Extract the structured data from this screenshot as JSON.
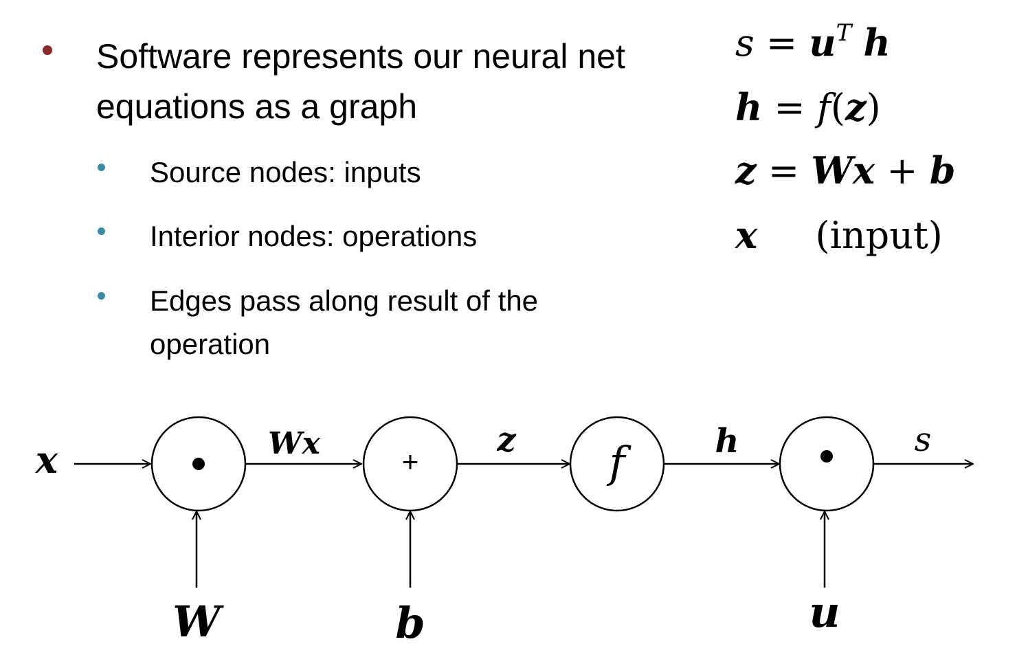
{
  "colors": {
    "main_bullet": "#8b2a2a",
    "sub_bullet": "#3b8aa6",
    "text": "#000000"
  },
  "bullets": {
    "main": "Software represents our neural net equations as a graph",
    "subs": [
      "Source nodes: inputs",
      "Interior nodes: operations",
      "Edges pass along result of the operation"
    ]
  },
  "equations": {
    "eq1": {
      "lhs": "s",
      "eq": "=",
      "u": "u",
      "sup": "T",
      "h": "h"
    },
    "eq2": {
      "lhs": "h",
      "eq": "=",
      "f": "f",
      "open": "(",
      "z": "z",
      "close": ")"
    },
    "eq3": {
      "lhs": "z",
      "eq": "=",
      "W": "W",
      "x": "x",
      "plus": "+",
      "b": "b"
    },
    "eq4": {
      "lhs": "x",
      "note": "(input)"
    }
  },
  "graph": {
    "input_x": "x",
    "nodes": [
      {
        "id": "dot1",
        "symbol": "•"
      },
      {
        "id": "plus",
        "symbol": "+"
      },
      {
        "id": "f",
        "symbol": "f"
      },
      {
        "id": "dot2",
        "symbol": "•"
      }
    ],
    "edge_labels": {
      "wx_W": "W",
      "wx_x": "x",
      "z": "z",
      "h": "h",
      "s": "s"
    },
    "bottom_inputs": {
      "W": "W",
      "b": "b",
      "u": "u"
    }
  }
}
